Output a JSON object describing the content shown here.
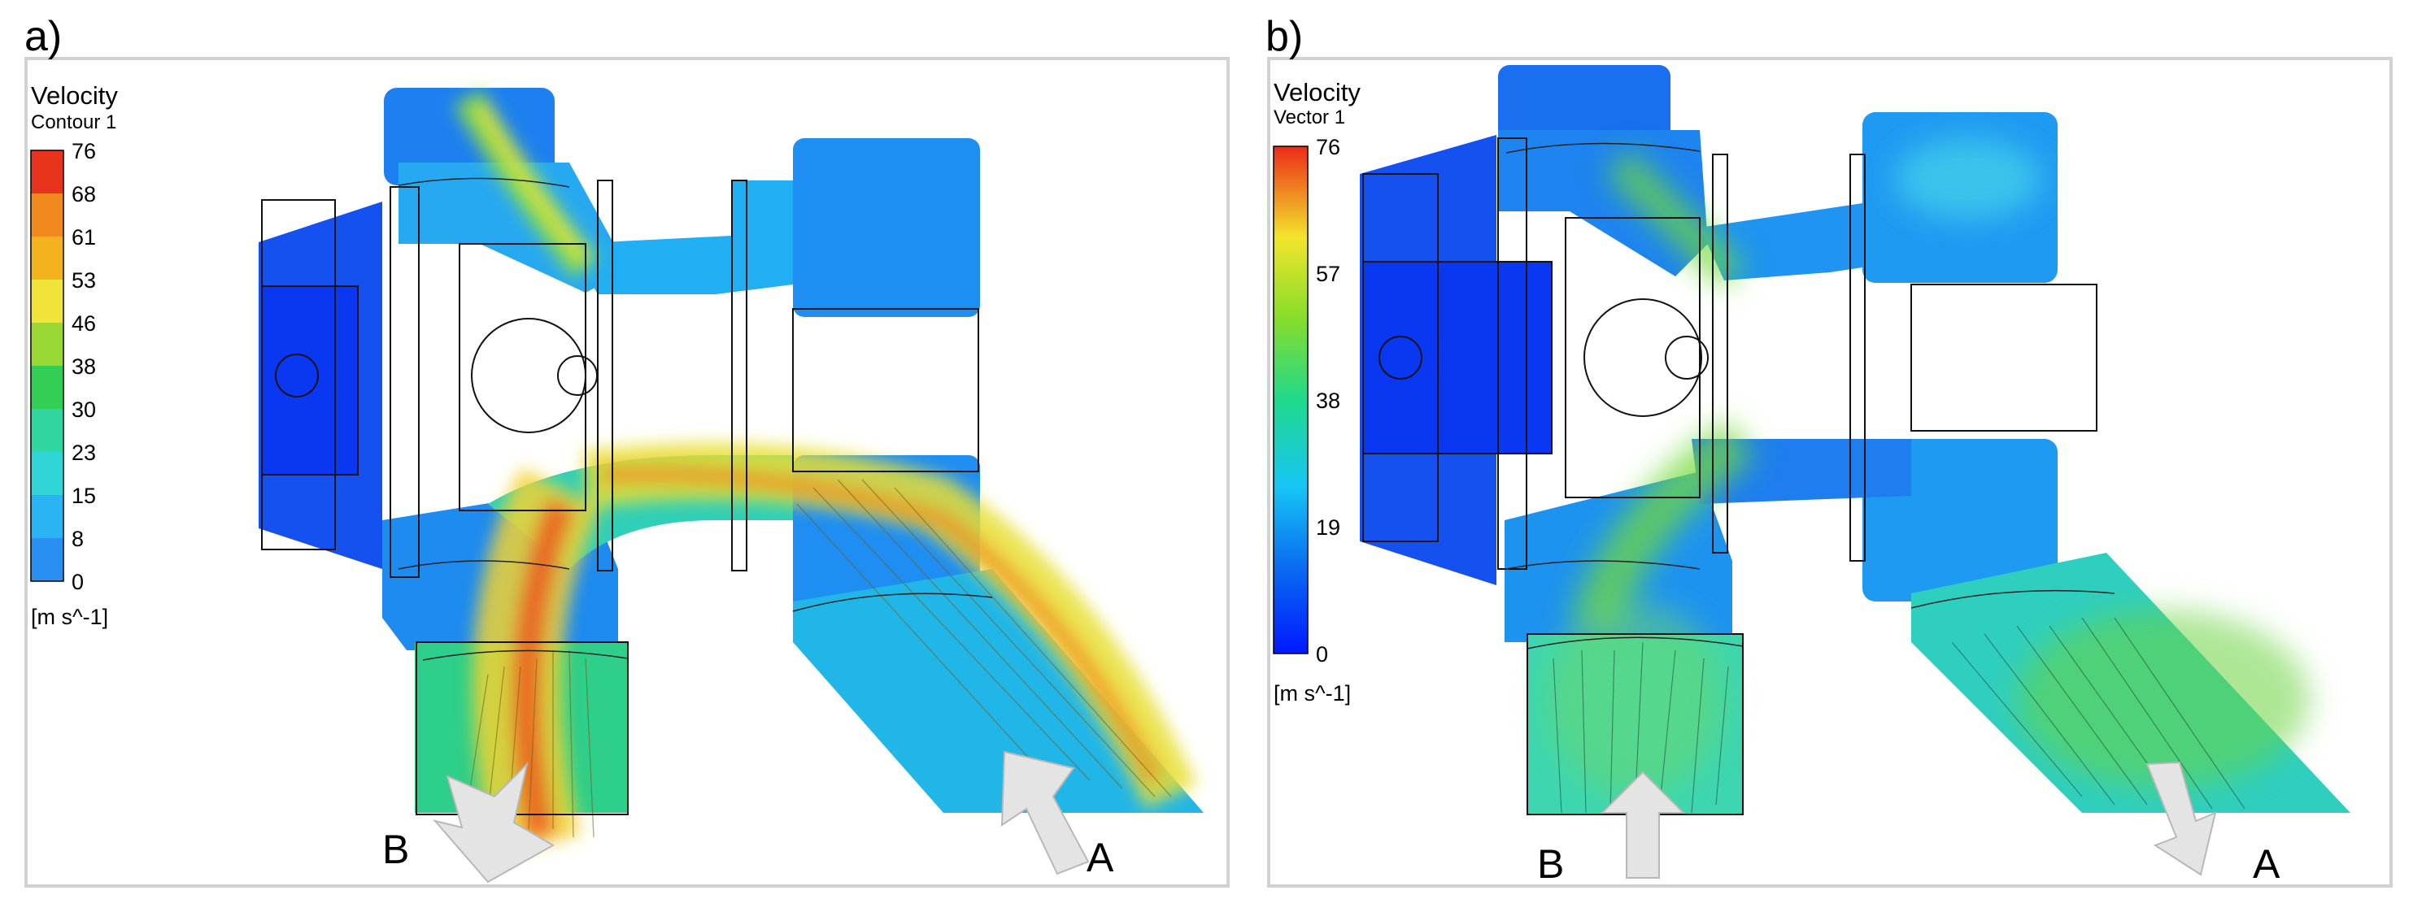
{
  "panels": [
    {
      "label": "a)",
      "legend": {
        "title": "Velocity",
        "subtitle": "Contour 1",
        "ticks": [
          "76",
          "68",
          "61",
          "53",
          "46",
          "38",
          "30",
          "23",
          "15",
          "8",
          "0"
        ],
        "unit": "[m s^-1]",
        "style": "stepped"
      },
      "ports": {
        "a": "A",
        "b": "B"
      }
    },
    {
      "label": "b)",
      "legend": {
        "title": "Velocity",
        "subtitle": "Vector 1",
        "ticks": [
          "76",
          "57",
          "38",
          "19",
          "0"
        ],
        "unit": "[m s^-1]",
        "style": "continuous"
      },
      "ports": {
        "a": "A",
        "b": "B"
      }
    }
  ],
  "colors": {
    "low": "#0a3cf0",
    "lowmid": "#2a8ff2",
    "mid": "#2fd6c8",
    "green": "#33cf55",
    "yellow": "#f0e43a",
    "orange": "#f08a1d",
    "high": "#e8331d",
    "arrow": "#e4e4e4"
  }
}
